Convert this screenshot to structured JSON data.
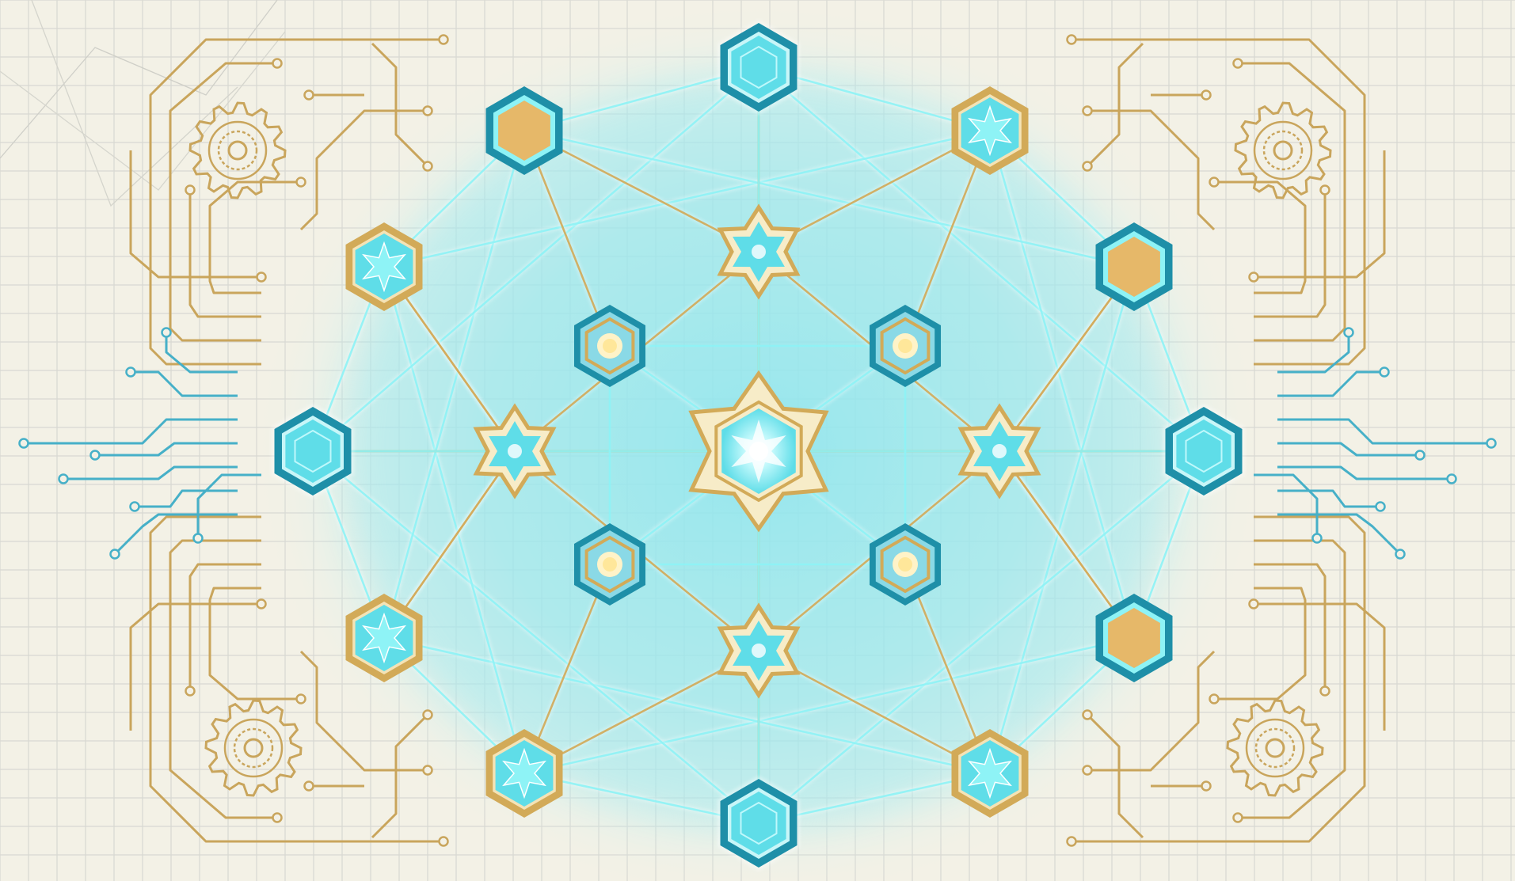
{
  "diagram": {
    "kind": "network-graph-illustration",
    "text_labels": [],
    "colors": {
      "background": "#f3f1e6",
      "grid_line": "#d8d8d2",
      "cyan_fill": "#5fdde8",
      "cyan_bright": "#8ef3f6",
      "teal_border": "#1e8fa8",
      "gold": "#d2aa58",
      "gold_fill": "#e6b869",
      "glow": "#7fe4ee",
      "circuit_gold": "#c9a55c",
      "circuit_teal": "#46b0c8"
    },
    "node_types": [
      "hexagon-teal-cyan",
      "hexagon-teal-gold",
      "hexagon-gold-star",
      "hexagon-teal-dot",
      "star-gold",
      "star-center"
    ],
    "nodes": [
      {
        "id": "top",
        "type": "hexagon-teal-cyan"
      },
      {
        "id": "upper-left",
        "type": "hexagon-teal-gold"
      },
      {
        "id": "upper-right",
        "type": "hexagon-gold-star"
      },
      {
        "id": "left-upper",
        "type": "hexagon-gold-star"
      },
      {
        "id": "right-upper",
        "type": "hexagon-teal-gold"
      },
      {
        "id": "left",
        "type": "hexagon-teal-cyan"
      },
      {
        "id": "right",
        "type": "hexagon-teal-cyan"
      },
      {
        "id": "left-lower",
        "type": "hexagon-gold-star"
      },
      {
        "id": "right-lower",
        "type": "hexagon-teal-gold"
      },
      {
        "id": "lower-left",
        "type": "hexagon-gold-star"
      },
      {
        "id": "lower-right",
        "type": "hexagon-gold-star"
      },
      {
        "id": "bottom",
        "type": "hexagon-teal-cyan"
      },
      {
        "id": "inner-upper-left",
        "type": "hexagon-teal-dot"
      },
      {
        "id": "inner-upper-right",
        "type": "hexagon-teal-dot"
      },
      {
        "id": "inner-lower-left",
        "type": "hexagon-teal-dot"
      },
      {
        "id": "inner-lower-right",
        "type": "hexagon-teal-dot"
      },
      {
        "id": "star-top",
        "type": "star-gold"
      },
      {
        "id": "star-left",
        "type": "star-gold"
      },
      {
        "id": "star-right",
        "type": "star-gold"
      },
      {
        "id": "star-bottom",
        "type": "star-gold"
      },
      {
        "id": "center",
        "type": "star-center"
      }
    ],
    "gears": [
      "top-left",
      "top-right",
      "bottom-left",
      "bottom-right"
    ]
  }
}
